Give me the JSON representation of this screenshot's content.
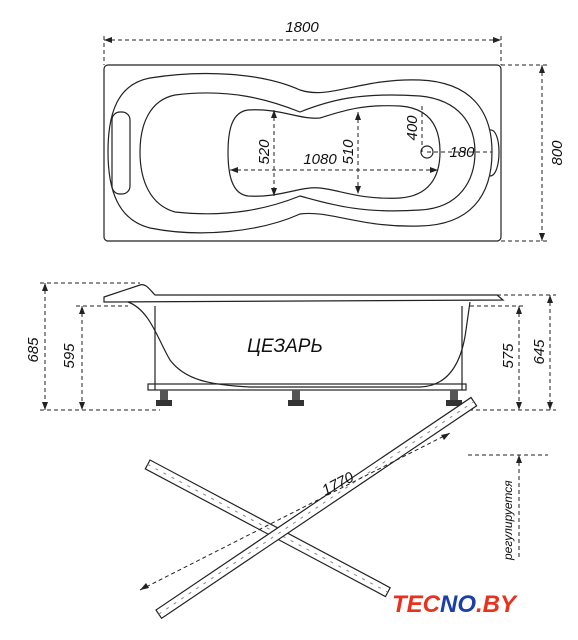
{
  "top_view": {
    "length": "1800",
    "width": "800",
    "inner_length": "1080",
    "inner_width_left": "520",
    "inner_width_right": "510",
    "drain_offset_y": "400",
    "drain_offset_x": "180"
  },
  "side_view": {
    "model_name": "ЦЕЗАРЬ",
    "total_height": "685",
    "rim_height_left": "595",
    "frame_height": "575",
    "rim_height_right": "645"
  },
  "frame_view": {
    "bar_length": "1770",
    "note": "регулируется"
  },
  "logo": {
    "text_a": "TEC",
    "text_b": "NO",
    "text_c": ".BY",
    "color_main": "#e8321e",
    "color_accent": "#1a3fa8"
  }
}
